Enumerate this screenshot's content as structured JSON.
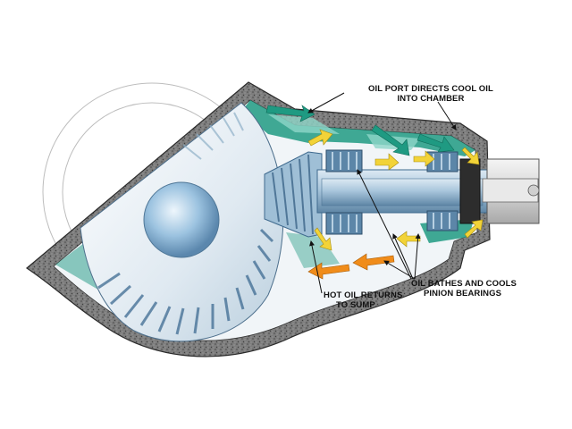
{
  "callouts": {
    "oil_port": {
      "line1": "OIL PORT DIRECTS COOL OIL",
      "line2": "INTO CHAMBER"
    },
    "oil_bathes": {
      "line1": "OIL BATHES AND COOLS",
      "line2": "PINION BEARINGS"
    },
    "hot_oil": {
      "line1": "HOT OIL RETURNS",
      "line2": "TO SUMP"
    }
  },
  "colors": {
    "housing_speckle": "#6f6f6f",
    "oil_green": "#1f9a82",
    "oil_light": "#8fd6c8",
    "metal_blue": "#7fa6c4",
    "metal_light": "#dbe8f2",
    "arrow_yellow": "#f2d338",
    "arrow_orange": "#f08c1a"
  }
}
